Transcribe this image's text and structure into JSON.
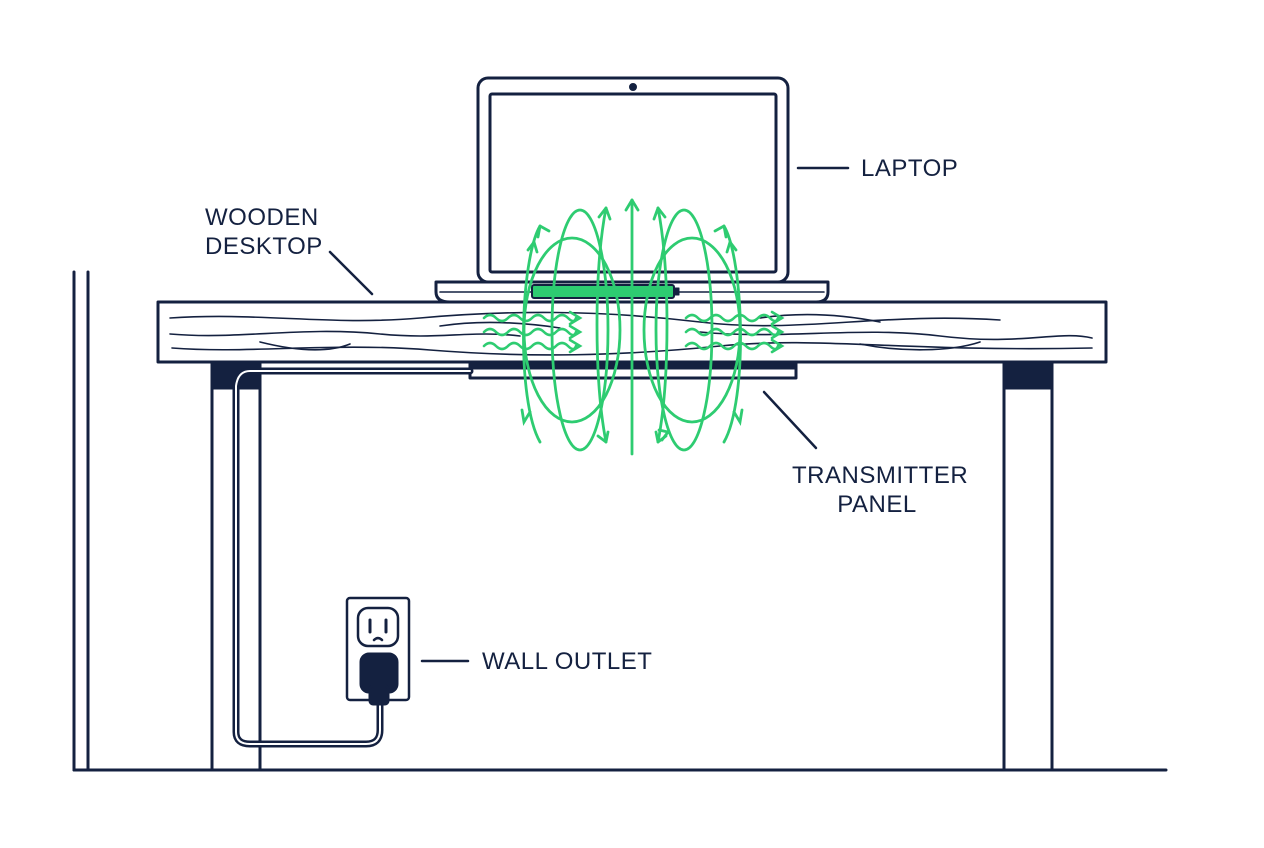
{
  "labels": {
    "laptop": "LAPTOP",
    "desktop_line1": "WOODEN",
    "desktop_line2": "DESKTOP",
    "transmitter_line1": "TRANSMITTER",
    "transmitter_line2": "PANEL",
    "outlet": "WALL OUTLET"
  },
  "colors": {
    "ink": "#142140",
    "field": "#2ECC71",
    "background": "#ffffff"
  },
  "icons": [
    "laptop-icon",
    "wall-outlet-icon",
    "plug-icon",
    "magnetic-field-icon",
    "energy-wave-icon"
  ]
}
